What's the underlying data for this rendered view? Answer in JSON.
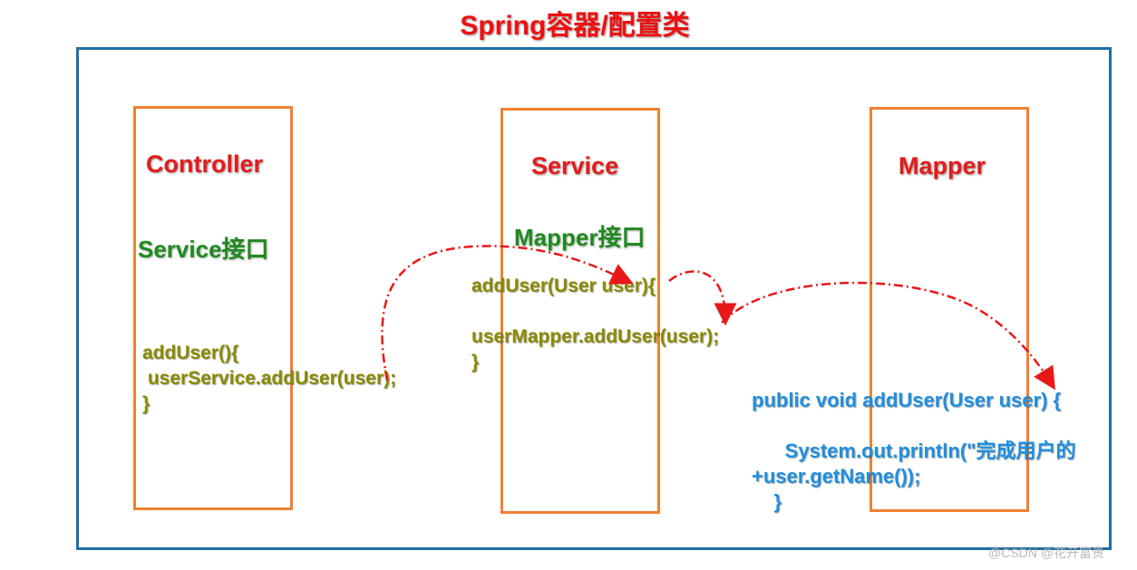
{
  "title": "Spring容器/配置类",
  "layers": {
    "controller": {
      "name": "Controller",
      "interface": "Service接口",
      "code": [
        "addUser(){",
        " userService.addUser(user);",
        "}"
      ]
    },
    "service": {
      "name": "Service",
      "interface": "Mapper接口",
      "code": [
        "addUser(User user){",
        "",
        "userMapper.addUser(user);",
        "}"
      ]
    },
    "mapper": {
      "name": "Mapper",
      "code": [
        "public void addUser(User user) {",
        "",
        "      System.out.println(\"完成用户的",
        "+user.getName());",
        "    }"
      ]
    }
  },
  "watermark": "@CSDN @花开富贵",
  "colors": {
    "title": "#ee1111",
    "container_border": "#1f6fa3",
    "layer_border": "#ee8133",
    "layer_title": "#e51b1b",
    "interface": "#1f8a1f",
    "code_olive": "#8a8a00",
    "code_blue": "#1f8fe0",
    "arrow": "#e81818"
  }
}
